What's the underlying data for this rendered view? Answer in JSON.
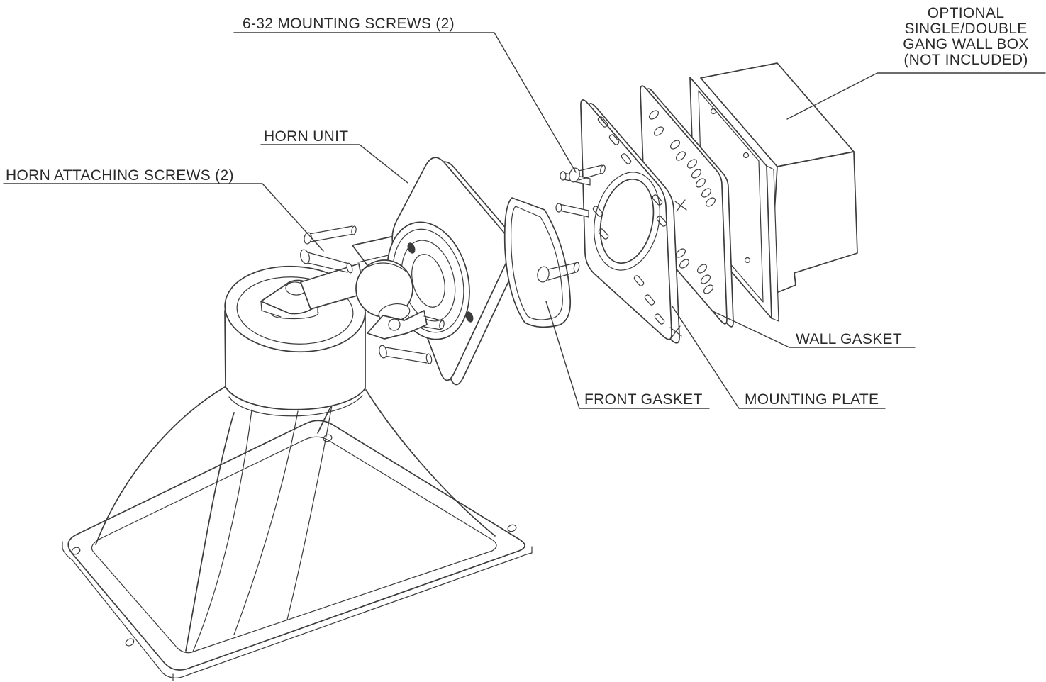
{
  "diagram": {
    "type": "exploded-assembly-technical-drawing",
    "subject": "Horn speaker wall mounting assembly",
    "colors": {
      "background": "#ffffff",
      "line": "#3c3c3c",
      "text": "#2a2a2a"
    },
    "labels": {
      "mounting_screws": "6-32 MOUNTING SCREWS (2)",
      "horn_unit": "HORN UNIT",
      "horn_attaching_screws": "HORN ATTACHING SCREWS (2)",
      "front_gasket": "FRONT GASKET",
      "mounting_plate": "MOUNTING PLATE",
      "wall_gasket": "WALL GASKET",
      "wall_box_lines": [
        "OPTIONAL",
        "SINGLE/DOUBLE",
        "GANG WALL BOX",
        "(NOT INCLUDED)"
      ]
    }
  }
}
